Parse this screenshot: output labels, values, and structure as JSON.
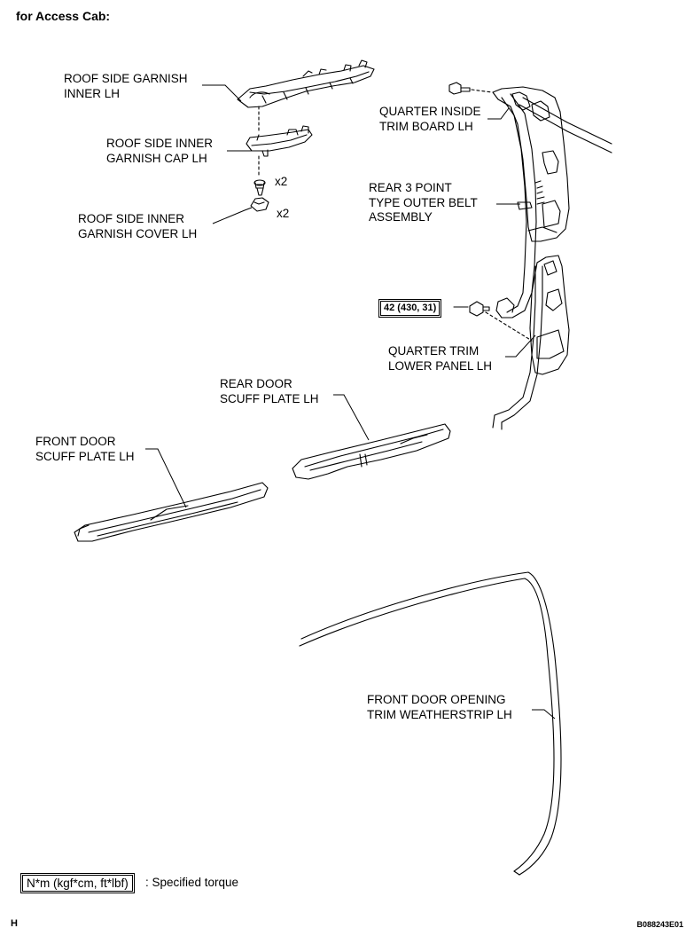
{
  "heading": "for Access Cab:",
  "parts": {
    "roof_side_garnish_inner": [
      "ROOF SIDE GARNISH",
      "INNER LH"
    ],
    "roof_side_inner_garnish_cap": [
      "ROOF SIDE INNER",
      "GARNISH CAP LH"
    ],
    "roof_side_inner_garnish_cover": [
      "ROOF SIDE INNER",
      "GARNISH COVER LH"
    ],
    "quarter_inside_trim_board": [
      "QUARTER INSIDE",
      "TRIM BOARD LH"
    ],
    "rear_3_point_belt": [
      "REAR 3 POINT",
      "TYPE OUTER BELT",
      "ASSEMBLY"
    ],
    "quarter_trim_lower_panel": [
      "QUARTER TRIM",
      "LOWER PANEL LH"
    ],
    "rear_door_scuff_plate": [
      "REAR DOOR",
      "SCUFF PLATE LH"
    ],
    "front_door_scuff_plate": [
      "FRONT DOOR",
      "SCUFF PLATE LH"
    ],
    "front_door_opening_weatherstrip": [
      "FRONT DOOR OPENING",
      "TRIM WEATHERSTRIP LH"
    ]
  },
  "quantities": {
    "clip": "x2",
    "cover": "x2"
  },
  "torque": "42 (430, 31)",
  "legend": {
    "unit_box": "N*m (kgf*cm, ft*lbf)",
    "description": ": Specified torque"
  },
  "corner_letter": "H",
  "figure_code": "B088243E01"
}
